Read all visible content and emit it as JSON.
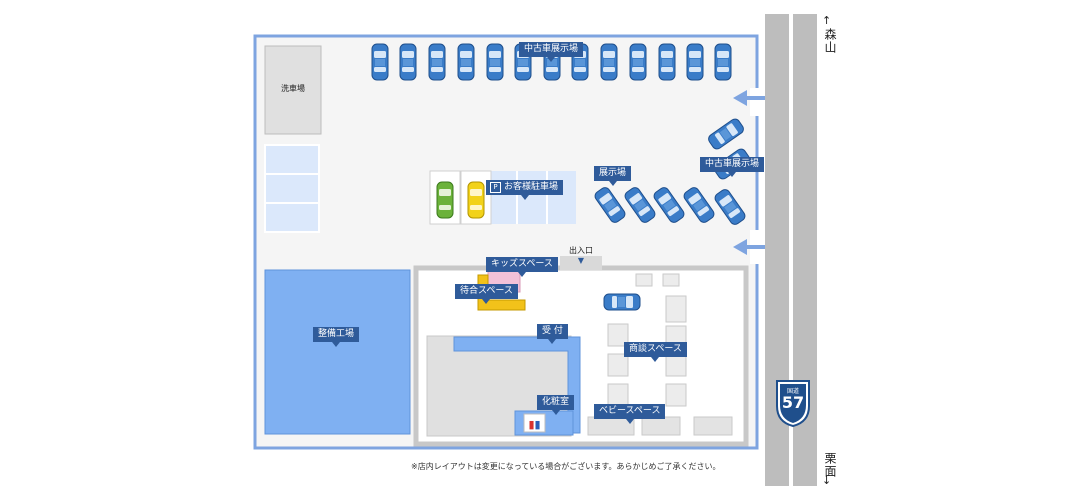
{
  "labels": {
    "used_car_top": "中古車展示場",
    "used_car_right": "中古車展示場",
    "exhibition": "展示場",
    "customer_parking": "お客様駐車場",
    "parking_p": "P",
    "entrance": "出入口",
    "kids": "キッズスペース",
    "waiting": "待合スペース",
    "reception": "受 付",
    "meeting": "商談スペース",
    "restroom": "化粧室",
    "baby": "ベビースペース",
    "workshop": "整備工場",
    "wash": "洗車場"
  },
  "road": {
    "north": "森山",
    "south": "栗面",
    "route_kanji": "国道",
    "route_number": "57"
  },
  "note": "※店内レイアウトは変更になっている場合がございます。あらかじめご了承ください。",
  "colors": {
    "label_bg": "#2f5b9a",
    "car_blue": "#3a7cc8",
    "workshop_blue": "#7fb0f2",
    "lot_border": "#7ea4e0",
    "road_gray": "#bdbdbd"
  }
}
